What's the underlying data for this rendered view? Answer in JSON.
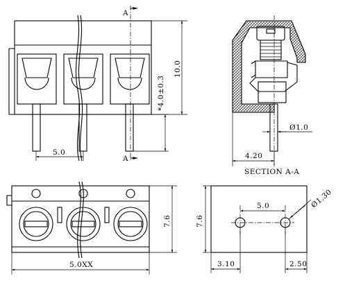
{
  "views": {
    "front": {
      "section_mark_top": "A",
      "section_mark_bottom": "A",
      "dim_pitch": "5.0",
      "dim_height": "10.0",
      "dim_pin_height": "*4.0±0.3"
    },
    "section": {
      "title": "SECTION A-A",
      "dim_pin_offset": "4.20",
      "dim_pin_dia": "Ø1.0"
    },
    "top": {
      "dim_length": "5.0XX",
      "dim_depth": "7.6"
    },
    "footprint": {
      "dim_pitch": "5.0",
      "dim_hole_dia": "Ø1.30",
      "dim_depth": "7.6",
      "dim_left_offset": "3.10",
      "dim_right_offset": "2.50"
    }
  }
}
